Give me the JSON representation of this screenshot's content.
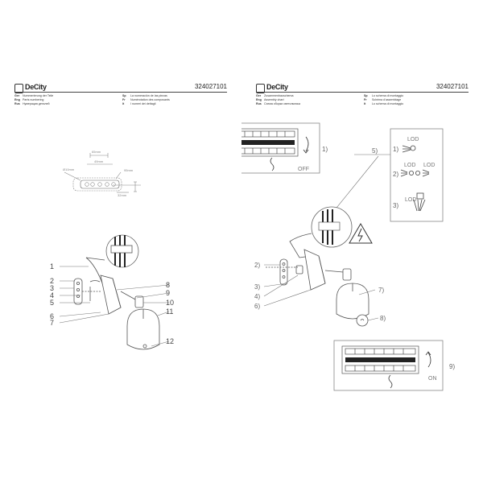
{
  "left_page": {
    "brand": "DeCity",
    "code": "324027101",
    "legend_a": [
      {
        "key": "Ger",
        "text": "Nummerierung der Teile"
      },
      {
        "key": "Eng",
        "text": "Parts numbering"
      },
      {
        "key": "Rus",
        "text": "Нумерация деталей"
      }
    ],
    "legend_b": [
      {
        "key": "Sp",
        "text": "La numeración de las piezas"
      },
      {
        "key": "Fr",
        "text": "Numérotation des composants"
      },
      {
        "key": "It",
        "text": "I numeri dei dettagli"
      }
    ],
    "dimensions": [
      "65mm",
      "49mm",
      "Ø10mm",
      "95mm",
      "32mm"
    ],
    "callouts_left": [
      "1",
      "2",
      "3",
      "4",
      "5",
      "6",
      "7"
    ],
    "callouts_right": [
      "8",
      "9",
      "10",
      "11",
      "12"
    ]
  },
  "right_page": {
    "brand": "DeCity",
    "code": "324027101",
    "legend_a": [
      {
        "key": "Ger",
        "text": "Zusammenbauschema"
      },
      {
        "key": "Eng",
        "text": "Assembly chart"
      },
      {
        "key": "Rus",
        "text": "Схема сборки светильника"
      }
    ],
    "legend_b": [
      {
        "key": "Sp",
        "text": "Lo schema di montaggio"
      },
      {
        "key": "Fr",
        "text": "Schéma d'assemblage"
      },
      {
        "key": "It",
        "text": "Lo schema di montaggio"
      }
    ],
    "steps": {
      "s1": "1)",
      "s2": "2)",
      "s3": "3)",
      "s4": "4)",
      "s5": "5)",
      "s6": "6)",
      "s7": "7)",
      "s8": "8)",
      "s9": "9)"
    },
    "off_label": "OFF",
    "on_label": "ON",
    "wiring_steps": [
      {
        "num": "1)",
        "tag": "LOD"
      },
      {
        "num": "2)",
        "tag": "LOD"
      },
      {
        "num": "3)",
        "tag": "LOD"
      }
    ],
    "wiring_tag_extra": "LOD"
  }
}
